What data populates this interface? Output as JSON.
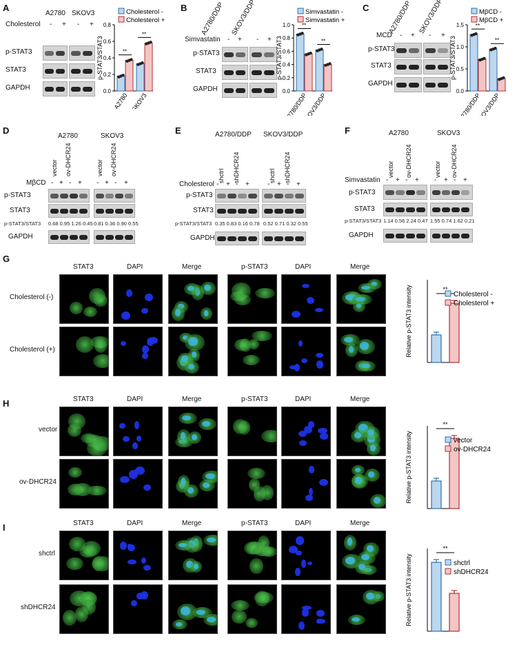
{
  "panels": {
    "A": {
      "letter": "A",
      "lines": [
        "A2780",
        "SKOV3"
      ],
      "treat": "Cholesterol",
      "rows": [
        "p-STAT3",
        "STAT3",
        "GAPDH"
      ],
      "legend": [
        "Cholesterol  -",
        "Cholesterol +"
      ],
      "ylabel": "p-STAT3/STAT3",
      "sig": "**"
    },
    "B": {
      "letter": "B",
      "lines": [
        "A2780/DDP",
        "SKOV3/DDP"
      ],
      "treat": "Simvastatin",
      "rows": [
        "p-STAT3",
        "STAT3",
        "GAPDH"
      ],
      "legend": [
        "Simvastatin  -",
        "Simvastatin +"
      ],
      "ylabel": "p-STAT3/STAT3",
      "sig": "**"
    },
    "C": {
      "letter": "C",
      "lines": [
        "A2780/DDP",
        "SKOV3/DDP"
      ],
      "treat": "MCD",
      "rows": [
        "p-STAT3",
        "STAT3",
        "GAPDH"
      ],
      "legend": [
        "MβCD  -",
        "MβCD +"
      ],
      "ylabel": "p-STAT3/STAT3",
      "sig": "**"
    },
    "D": {
      "letter": "D",
      "lines": [
        "A2780",
        "SKOV3"
      ],
      "groups": [
        "vector",
        "ov-DHCR24",
        "vector",
        "ov-DHCR24"
      ],
      "treat": "MβCD",
      "rows": [
        "p-STAT3",
        "STAT3",
        "GAPDH"
      ],
      "ratio_label": "p-STAT3/STAT3",
      "ratios_left": "0.68 0.95 1.26 0.45",
      "ratios_right": "0.81 0.36 0.90 0.55"
    },
    "E": {
      "letter": "E",
      "lines": [
        "A2780/DDP",
        "SKOV3/DDP"
      ],
      "groups": [
        "shctrl",
        "shDHCR24",
        "shctrl",
        "shDHCR24"
      ],
      "treat": "Cholesterol",
      "rows": [
        "p-STAT3",
        "STAT3",
        "GAPDH"
      ],
      "ratio_label": "p-STAT3/STAT3",
      "ratios_left": "0.35 0.83 0.16 0.78",
      "ratios_right": "0.52 0.71 0.32 0.55"
    },
    "F": {
      "letter": "F",
      "lines": [
        "A2780",
        "SKOV3"
      ],
      "groups": [
        "vector",
        "ov-DHCR24",
        "vector",
        "ov-DHCR24"
      ],
      "treat": "Simvastatin",
      "rows": [
        "p-STAT3",
        "STAT3",
        "GAPDH"
      ],
      "ratio_label": "p-STAT3/STAT3",
      "ratios_left": "1.14 0.56 2.24 0.47",
      "ratios_right": "1.55 0.74 1.62 0.21"
    },
    "G": {
      "letter": "G",
      "cols": [
        "STAT3",
        "DAPI",
        "Merge",
        "p-STAT3",
        "DAPI",
        "Merge"
      ],
      "rows": [
        "Cholesterol (-)",
        "Cholesterol (+)"
      ],
      "legend": [
        "Cholesterol  -",
        "Cholesterol +"
      ],
      "ylabel": "Relative p-STAT3 intensity",
      "sig": "**"
    },
    "H": {
      "letter": "H",
      "cols": [
        "STAT3",
        "DAPI",
        "Merge",
        "p-STAT3",
        "DAPI",
        "Merge"
      ],
      "rows": [
        "vector",
        "ov-DHCR24"
      ],
      "legend": [
        "vector",
        "ov-DHCR24"
      ],
      "ylabel": "Relative p-STAT3 intensity",
      "sig": "**"
    },
    "I": {
      "letter": "I",
      "cols": [
        "STAT3",
        "DAPI",
        "Merge",
        "p-STAT3",
        "DAPI",
        "Merge"
      ],
      "rows": [
        "shctrl",
        "shDHCR24"
      ],
      "legend": [
        "shctrl",
        "shDHCR24"
      ],
      "ylabel": "Relative p-STAT3 intensity",
      "sig": "**"
    }
  },
  "signs": {
    "minus": "-",
    "plus": "+"
  },
  "colors": {
    "ctrl_fill": "#bcd7ee",
    "ctrl_edge": "#2f6fb0",
    "treat_fill": "#f3c6c6",
    "treat_edge": "#b03030",
    "dot": "#222222"
  },
  "chart_data": [
    {
      "panel": "A",
      "type": "bar",
      "categories": [
        "A2780",
        "SKOV3"
      ],
      "series": [
        {
          "name": "Cholesterol -",
          "values": [
            0.18,
            0.33
          ]
        },
        {
          "name": "Cholesterol +",
          "values": [
            0.37,
            0.58
          ]
        }
      ],
      "ylabel": "p-STAT3/STAT3",
      "ylim": [
        0,
        0.8
      ],
      "yticks": [
        "0.0",
        "0.2",
        "0.4",
        "0.6",
        "0.8"
      ]
    },
    {
      "panel": "B",
      "type": "bar",
      "categories": [
        "A2780/DDP",
        "SKOV3/DDP"
      ],
      "series": [
        {
          "name": "Simvastatin -",
          "values": [
            0.86,
            0.62
          ]
        },
        {
          "name": "Simvastatin +",
          "values": [
            0.56,
            0.4
          ]
        }
      ],
      "ylabel": "p-STAT3/STAT3",
      "ylim": [
        0,
        1.0
      ],
      "yticks": [
        "0.0",
        "0.2",
        "0.4",
        "0.6",
        "0.8",
        "1.0"
      ]
    },
    {
      "panel": "C",
      "type": "bar",
      "categories": [
        "A2780/DDP",
        "SKOV3/DDP"
      ],
      "series": [
        {
          "name": "MβCD -",
          "values": [
            1.28,
            0.95
          ]
        },
        {
          "name": "MβCD +",
          "values": [
            0.72,
            0.28
          ]
        }
      ],
      "ylabel": "p-STAT3/STAT3",
      "ylim": [
        0,
        1.5
      ],
      "yticks": [
        "0.0",
        "0.5",
        "1.0",
        "1.5"
      ]
    },
    {
      "panel": "G",
      "type": "bar",
      "categories": [
        "Cholesterol -",
        "Cholesterol +"
      ],
      "series": [
        {
          "values": [
            1.0,
            2.15
          ]
        }
      ],
      "ylabel": "Relative p-STAT3 intensity",
      "ylim": [
        0,
        3
      ],
      "yticks": []
    },
    {
      "panel": "H",
      "type": "bar",
      "categories": [
        "vector",
        "ov-DHCR24"
      ],
      "series": [
        {
          "values": [
            1.0,
            2.55
          ]
        }
      ],
      "ylabel": "Relative p-STAT3 intensity",
      "ylim": [
        0,
        3
      ],
      "yticks": []
    },
    {
      "panel": "I",
      "type": "bar",
      "categories": [
        "shctrl",
        "shDHCR24"
      ],
      "series": [
        {
          "values": [
            1.0,
            0.55
          ]
        }
      ],
      "ylabel": "Relative p-STAT3 intensity",
      "ylim": [
        0,
        1.2
      ],
      "yticks": []
    }
  ]
}
